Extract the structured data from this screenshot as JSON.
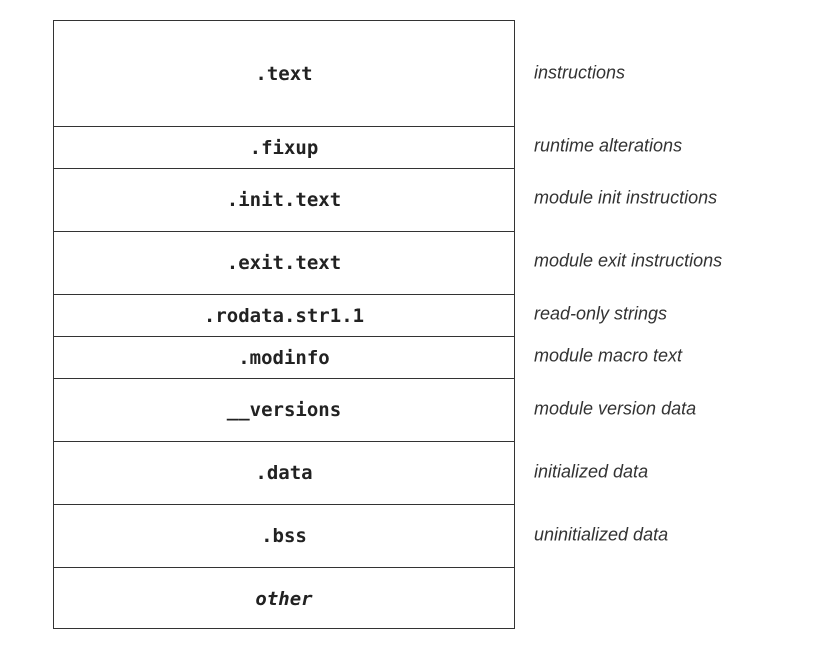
{
  "sections": [
    {
      "name": ".text",
      "description": "instructions"
    },
    {
      "name": ".fixup",
      "description": "runtime alterations"
    },
    {
      "name": ".init.text",
      "description": "module init instructions"
    },
    {
      "name": ".exit.text",
      "description": "module exit instructions"
    },
    {
      "name": ".rodata.str1.1",
      "description": "read-only strings"
    },
    {
      "name": ".modinfo",
      "description": "module macro text"
    },
    {
      "name": "__versions",
      "description": "module version data"
    },
    {
      "name": ".data",
      "description": "initialized data"
    },
    {
      "name": ".bss",
      "description": "uninitialized data"
    },
    {
      "name": "other",
      "description": ""
    }
  ]
}
